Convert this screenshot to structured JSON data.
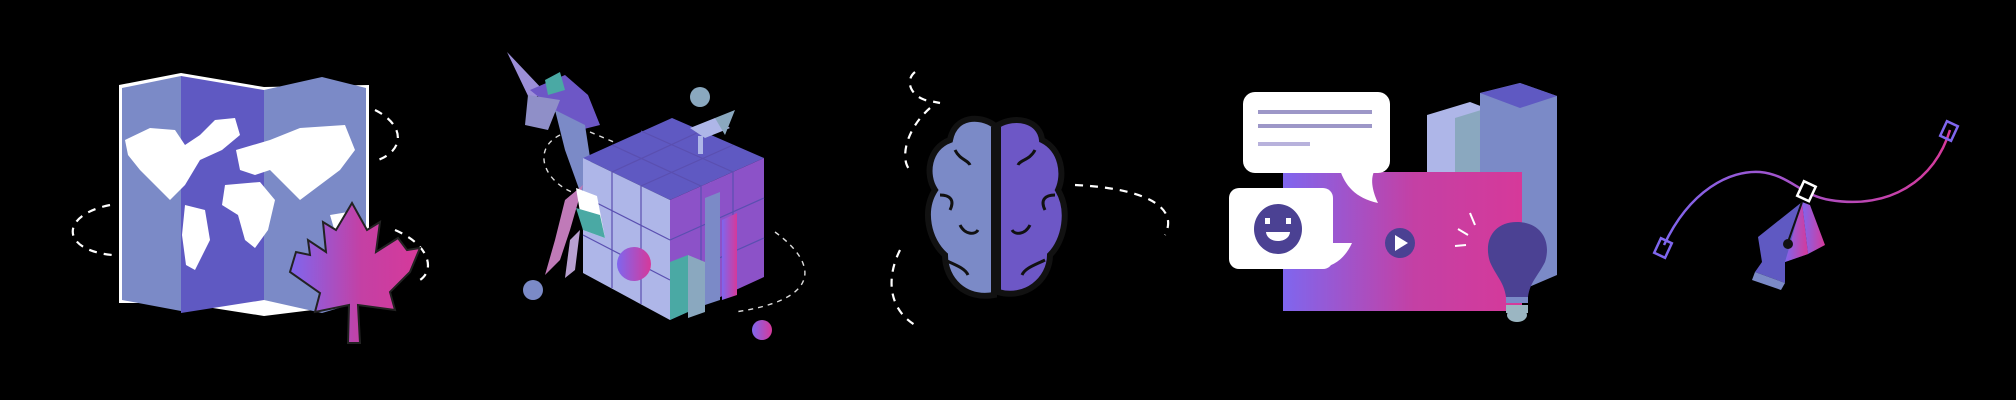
{
  "illustrations": [
    {
      "id": "world-map",
      "icon": "folded-map-icon"
    },
    {
      "id": "maple-leaf",
      "icon": "maple-leaf-icon"
    },
    {
      "id": "unicorn-cube",
      "icon": "unicorn-cube-icon"
    },
    {
      "id": "brain",
      "icon": "brain-icon"
    },
    {
      "id": "media-chat",
      "icon": "video-chat-icon"
    },
    {
      "id": "pen-tool",
      "icon": "pen-tool-bezier-icon"
    }
  ],
  "colors": {
    "background": "#000000",
    "lavender": "#7b8ac7",
    "indigo": "#5f59c2",
    "violet": "#6d57c6",
    "pale": "#aeb6e8",
    "gradient_start": "#7f66ee",
    "gradient_end": "#d6399a",
    "teal": "#4aa9a4",
    "slate": "#8aa8bf",
    "dark_purple": "#4b4193",
    "white": "#ffffff"
  }
}
